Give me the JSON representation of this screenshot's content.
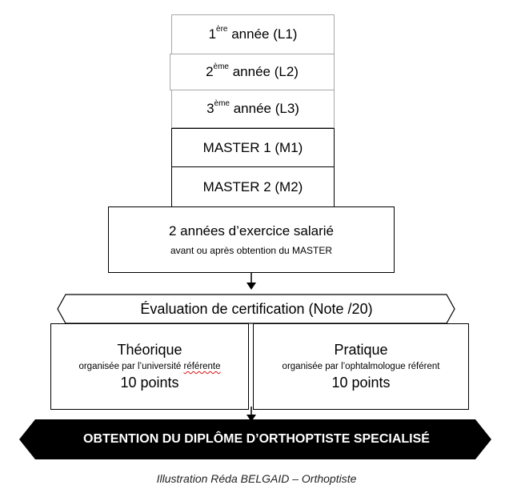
{
  "years": [
    {
      "num": "1",
      "sup": "ère",
      "rest": " année (L1)"
    },
    {
      "num": "2",
      "sup": "ème",
      "rest": " année (L2)"
    },
    {
      "num": "3",
      "sup": "ème",
      "rest": " année (L3)"
    }
  ],
  "masters": [
    {
      "label": "MASTER 1 (M1)"
    },
    {
      "label": "MASTER 2 (M2)"
    }
  ],
  "experience": {
    "title": "2 années d’exercice salarié",
    "subtitle": "avant ou après obtention du MASTER"
  },
  "evaluation": {
    "label": "Évaluation de certification (Note /20)"
  },
  "theory": {
    "title": "Théorique",
    "sub_prefix": "organisée par l’université ",
    "sub_word": "référente",
    "points": "10 points"
  },
  "practice": {
    "title": "Pratique",
    "subtitle": "organisée par l’ophtalmologue référent",
    "points": "10 points"
  },
  "result": {
    "label": "OBTENTION DU DIPLÔME D’ORTHOPTISTE SPECIALISÉ"
  },
  "credit": "Illustration Réda BELGAID – Orthoptiste"
}
